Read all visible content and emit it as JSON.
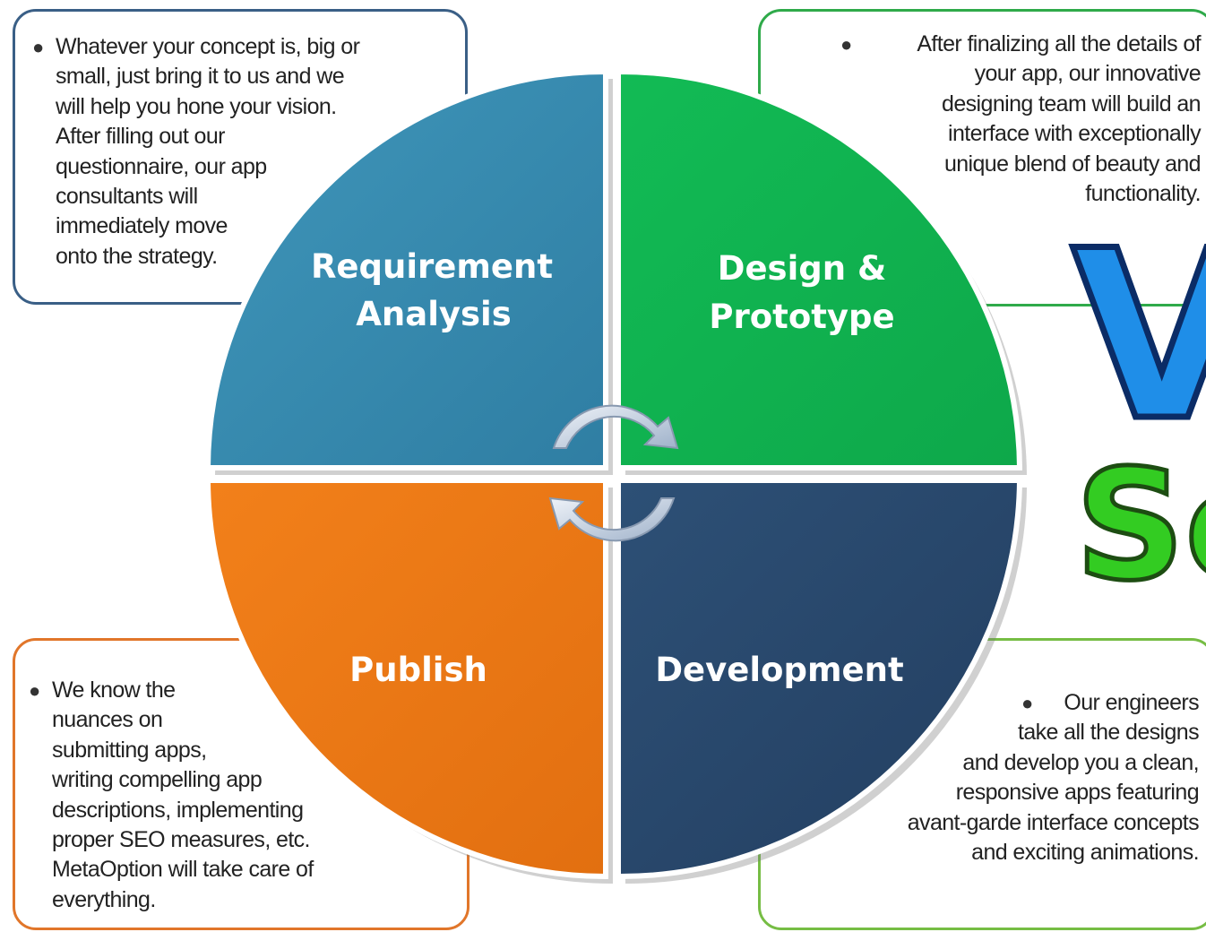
{
  "colors": {
    "requirement": "#3a8db0",
    "design": "#12b552",
    "publish": "#ee7a16",
    "development": "#29496c",
    "brand_blue": "#1f8ee8",
    "brand_green": "#33cc22"
  },
  "quadrants": {
    "requirement": {
      "title_line1": "Requirement",
      "title_line2": "Analysis",
      "description": "Whatever your concept is, big or\nsmall, just bring it to us and we\nwill help you hone your vision.\nAfter filling out our\nquestionnaire, our app\nconsultants will\nimmediately move\nonto the strategy."
    },
    "design": {
      "title_line1": "Design &",
      "title_line2": "Prototype",
      "description": "After finalizing all the details of\nyour app, our innovative\ndesigning team will build an\ninterface with exceptionally\nunique blend of beauty and\nfunctionality."
    },
    "publish": {
      "title_line1": "Publish",
      "description": "We know the\nnuances on\nsubmitting apps,\nwriting compelling app\ndescriptions, implementing\nproper SEO measures, etc.\nMetaOption will take care of\neverything."
    },
    "development": {
      "title_line1": "Development",
      "description": "Our engineers\ntake all the designs\nand develop you a clean,\nresponsive apps featuring\navant-garde interface concepts\nand exciting animations."
    }
  },
  "icons": {
    "cycle": "cycle-arrows-icon",
    "bullet": "bullet-dot-icon"
  },
  "brand_overlay": {
    "letter_1": "V",
    "letters_2": "Se"
  }
}
